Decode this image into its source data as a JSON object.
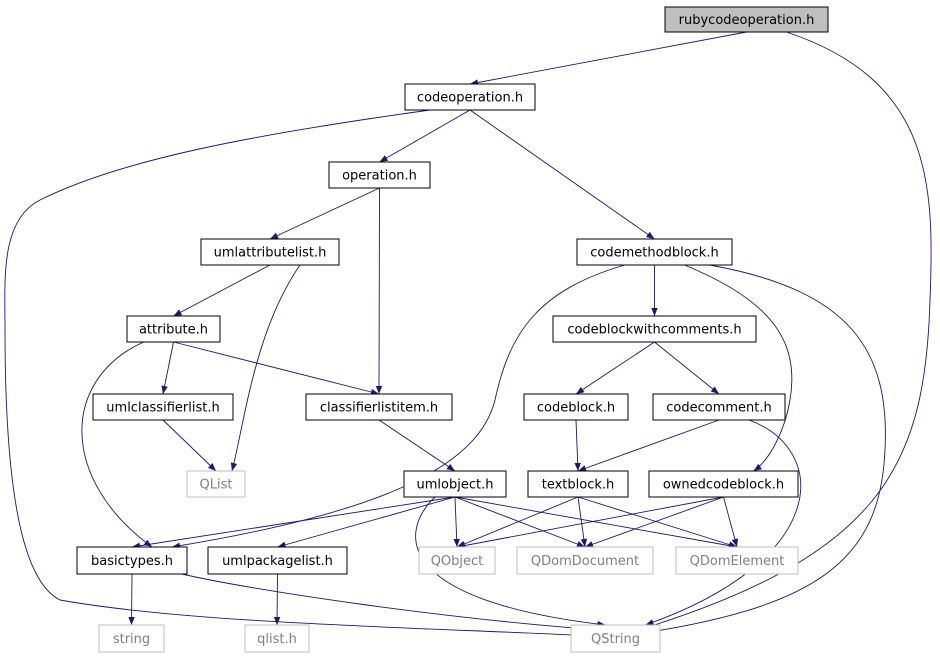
{
  "nodes": [
    {
      "id": "rubycodeoperation",
      "label": "rubycodeoperation.h",
      "style": "root"
    },
    {
      "id": "codeoperation",
      "label": "codeoperation.h",
      "style": "header"
    },
    {
      "id": "operation",
      "label": "operation.h",
      "style": "header"
    },
    {
      "id": "umlattributelist",
      "label": "umlattributelist.h",
      "style": "header"
    },
    {
      "id": "codemethodblock",
      "label": "codemethodblock.h",
      "style": "header"
    },
    {
      "id": "attribute",
      "label": "attribute.h",
      "style": "header"
    },
    {
      "id": "codeblockwithcomments",
      "label": "codeblockwithcomments.h",
      "style": "header"
    },
    {
      "id": "umlclassifierlist",
      "label": "umlclassifierlist.h",
      "style": "header"
    },
    {
      "id": "classifierlistitem",
      "label": "classifierlistitem.h",
      "style": "header"
    },
    {
      "id": "codeblock",
      "label": "codeblock.h",
      "style": "header"
    },
    {
      "id": "codecomment",
      "label": "codecomment.h",
      "style": "header"
    },
    {
      "id": "QList",
      "label": "QList",
      "style": "external"
    },
    {
      "id": "umlobject",
      "label": "umlobject.h",
      "style": "header"
    },
    {
      "id": "textblock",
      "label": "textblock.h",
      "style": "header"
    },
    {
      "id": "ownedcodeblock",
      "label": "ownedcodeblock.h",
      "style": "header"
    },
    {
      "id": "basictypes",
      "label": "basictypes.h",
      "style": "header"
    },
    {
      "id": "umlpackagelist",
      "label": "umlpackagelist.h",
      "style": "header"
    },
    {
      "id": "QObject",
      "label": "QObject",
      "style": "external"
    },
    {
      "id": "QDomDocument",
      "label": "QDomDocument",
      "style": "external"
    },
    {
      "id": "QDomElement",
      "label": "QDomElement",
      "style": "external"
    },
    {
      "id": "string",
      "label": "string",
      "style": "external"
    },
    {
      "id": "qlist",
      "label": "qlist.h",
      "style": "external"
    },
    {
      "id": "QString",
      "label": "QString",
      "style": "external"
    }
  ],
  "edges": [
    [
      "rubycodeoperation",
      "codeoperation"
    ],
    [
      "rubycodeoperation",
      "QString"
    ],
    [
      "codeoperation",
      "operation"
    ],
    [
      "codeoperation",
      "codemethodblock"
    ],
    [
      "codeoperation",
      "QString"
    ],
    [
      "operation",
      "umlattributelist"
    ],
    [
      "operation",
      "classifierlistitem"
    ],
    [
      "umlattributelist",
      "attribute"
    ],
    [
      "umlattributelist",
      "QList"
    ],
    [
      "attribute",
      "umlclassifierlist"
    ],
    [
      "attribute",
      "classifierlistitem"
    ],
    [
      "attribute",
      "basictypes"
    ],
    [
      "umlclassifierlist",
      "QList"
    ],
    [
      "classifierlistitem",
      "umlobject"
    ],
    [
      "codemethodblock",
      "codeblockwithcomments"
    ],
    [
      "codemethodblock",
      "ownedcodeblock"
    ],
    [
      "codemethodblock",
      "basictypes"
    ],
    [
      "codemethodblock",
      "QString"
    ],
    [
      "codeblockwithcomments",
      "codeblock"
    ],
    [
      "codeblockwithcomments",
      "codecomment"
    ],
    [
      "codeblock",
      "textblock"
    ],
    [
      "codecomment",
      "textblock"
    ],
    [
      "codecomment",
      "QString"
    ],
    [
      "umlobject",
      "basictypes"
    ],
    [
      "umlobject",
      "umlpackagelist"
    ],
    [
      "umlobject",
      "QObject"
    ],
    [
      "umlobject",
      "QDomDocument"
    ],
    [
      "umlobject",
      "QDomElement"
    ],
    [
      "umlobject",
      "QString"
    ],
    [
      "textblock",
      "QObject"
    ],
    [
      "textblock",
      "QDomDocument"
    ],
    [
      "textblock",
      "QDomElement"
    ],
    [
      "ownedcodeblock",
      "QObject"
    ],
    [
      "ownedcodeblock",
      "QDomDocument"
    ],
    [
      "ownedcodeblock",
      "QDomElement"
    ],
    [
      "basictypes",
      "string"
    ],
    [
      "basictypes",
      "QString"
    ],
    [
      "umlpackagelist",
      "qlist"
    ]
  ],
  "colors": {
    "edge": "#191970",
    "root_fill": "#bfbfbf",
    "header_border": "#000000",
    "external_border": "#bfbfbf",
    "external_text": "#808080",
    "text": "#000000"
  }
}
